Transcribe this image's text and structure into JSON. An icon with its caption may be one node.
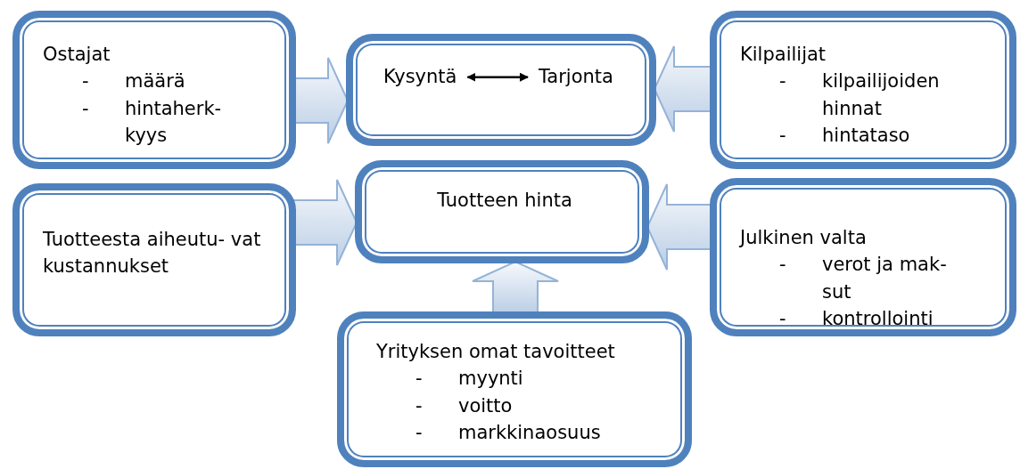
{
  "diagram": {
    "nodes": [
      {
        "text": [
          "Ostajat",
          "- määrä",
          "- hintaherk- kyys"
        ]
      },
      {
        "text": [],
        "shape": "box"
      },
      {
        "text": [
          "Kysyntä"
        ],
        "in": 1
      },
      {
        "text": [
          "Tarjonta"
        ],
        "in": 1
      },
      {
        "text": [
          "Kilpailijat",
          "- kilpailijoiden hinnat",
          "- hintataso"
        ]
      },
      {
        "text": [
          "Tuotteesta aiheutu- vat kustannukset"
        ]
      },
      {
        "text": [
          "Tuotteen hinta"
        ]
      },
      {
        "text": [
          "Julkinen valta",
          "- verot ja mak- sut",
          "- kontrollointi"
        ]
      },
      {
        "text": [
          "Yrityksen omat tavoitteet",
          "- myynti",
          "- voitto",
          "- markkinaosuus"
        ]
      }
    ],
    "edges": [
      {
        "from": 0,
        "to": 1,
        "arrow": "to",
        "style": "thick"
      },
      {
        "from": 2,
        "to": 3,
        "arrow": "both"
      },
      {
        "from": 4,
        "to": 1,
        "arrow": "to",
        "style": "thick"
      },
      {
        "from": 5,
        "to": 6,
        "arrow": "to",
        "style": "thick"
      },
      {
        "from": 7,
        "to": 6,
        "arrow": "to",
        "style": "thick"
      },
      {
        "from": 8,
        "to": 6,
        "arrow": "to",
        "style": "thick"
      }
    ]
  }
}
